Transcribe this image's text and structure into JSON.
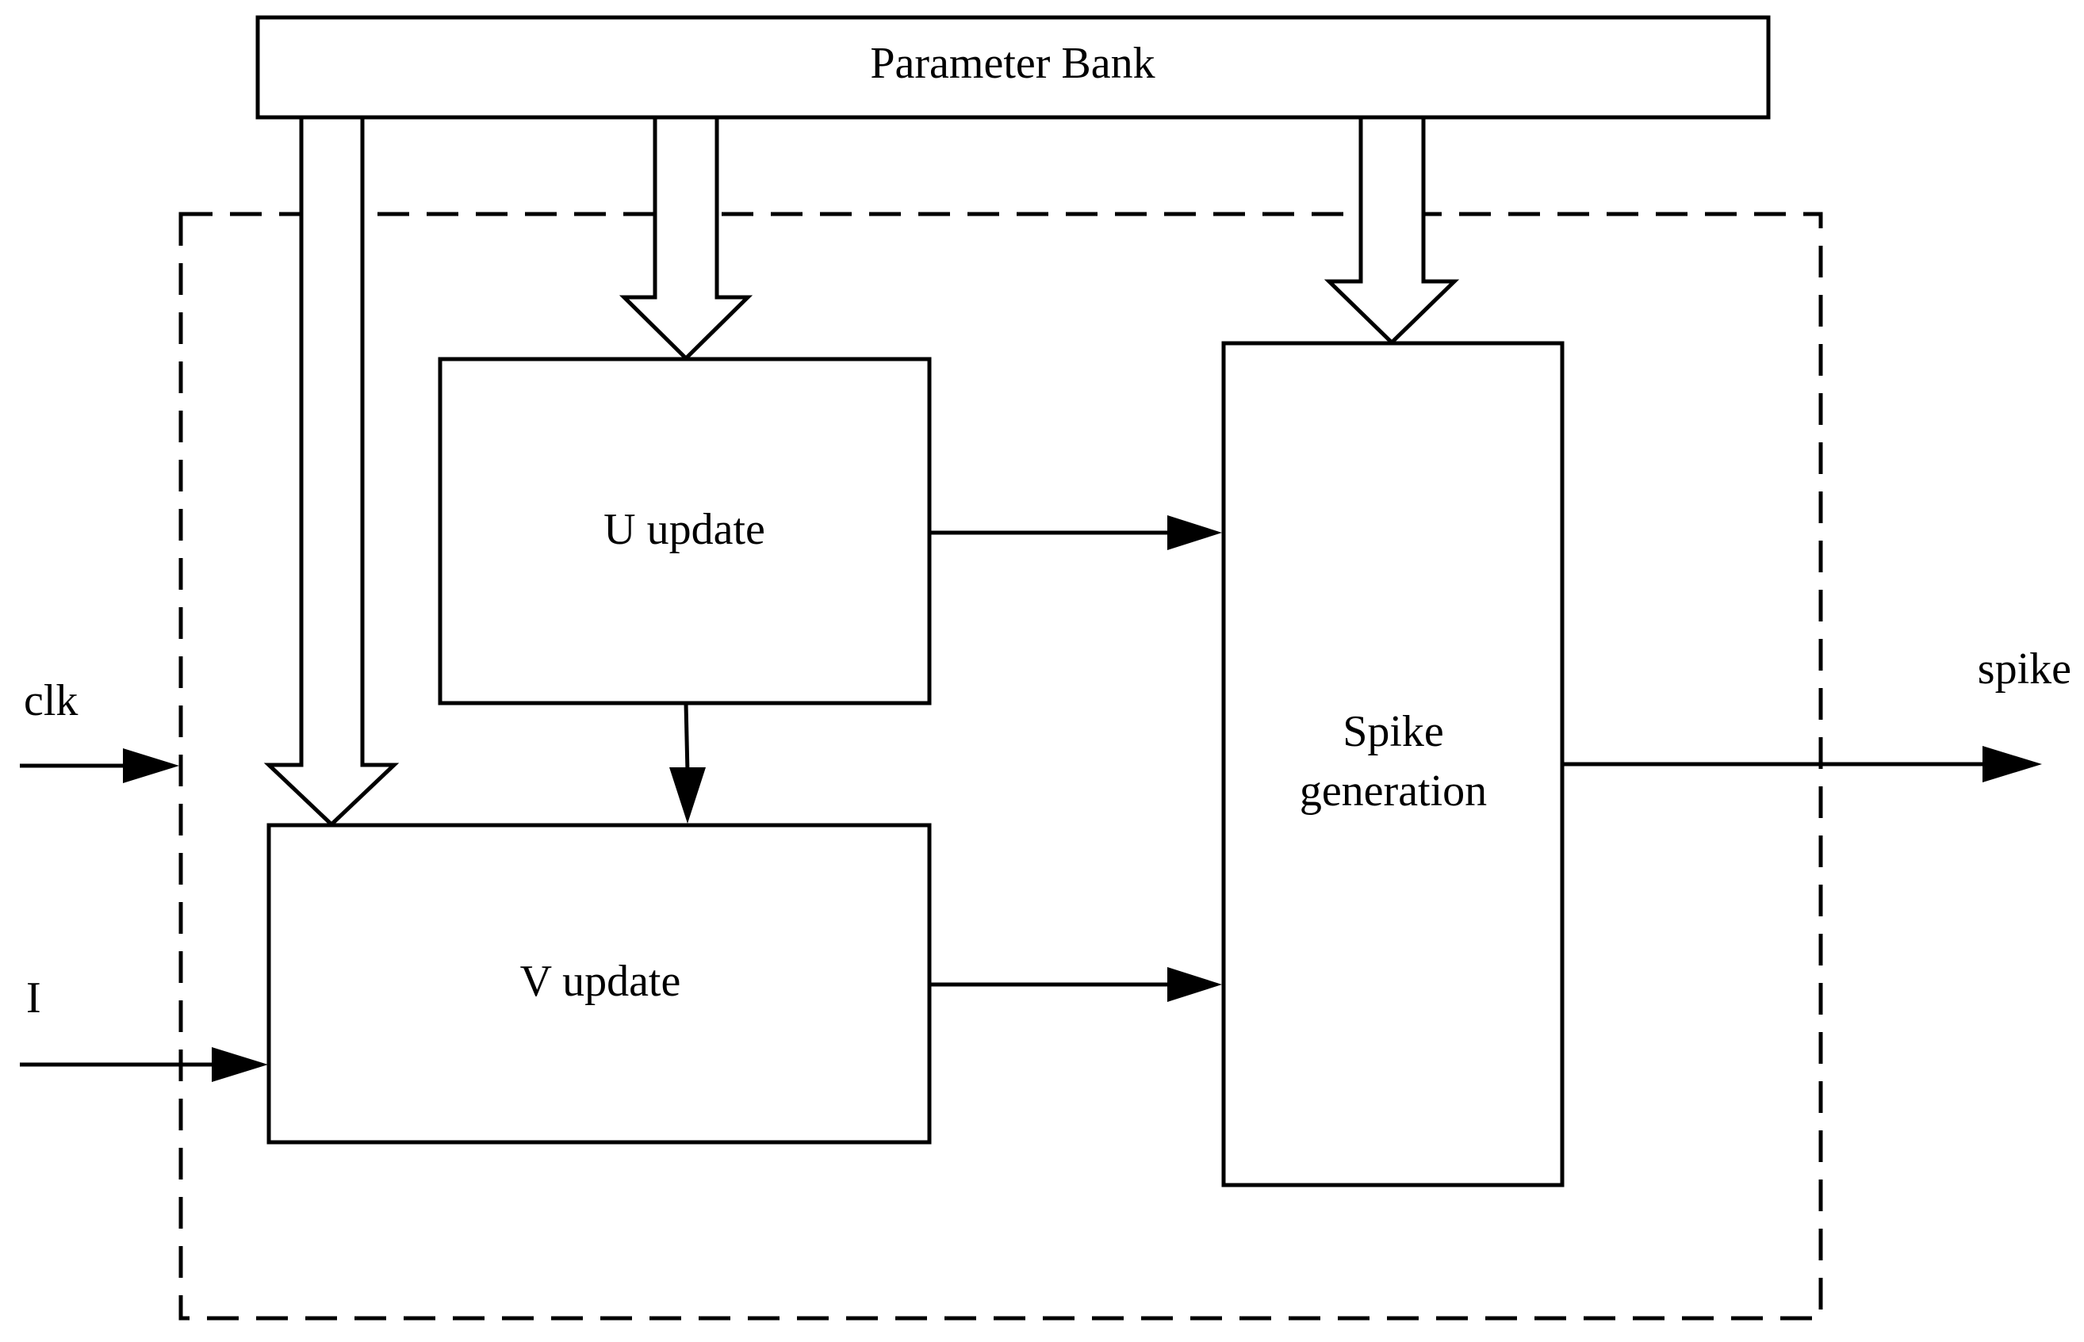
{
  "diagram": {
    "blocks": {
      "parameter_bank": "Parameter Bank",
      "u_update": "U update",
      "v_update": "V update",
      "spike_generation_line1": "Spike",
      "spike_generation_line2": "generation"
    },
    "signals": {
      "clk": "clk",
      "current_input": "I",
      "spike_output": "spike"
    }
  }
}
